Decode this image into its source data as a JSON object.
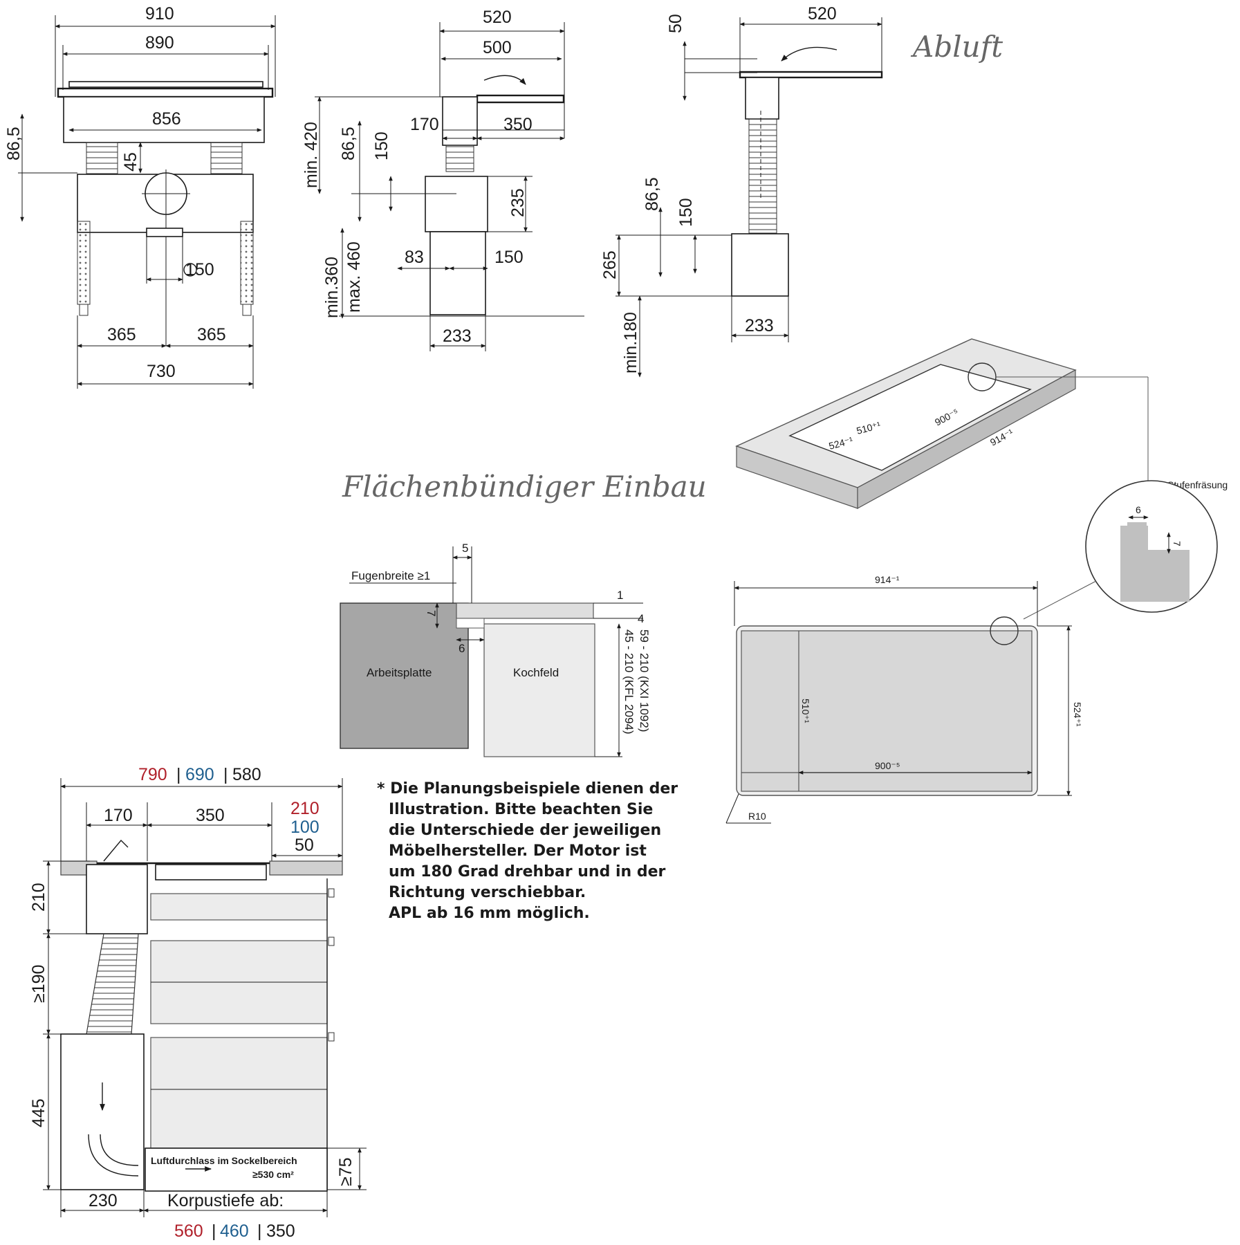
{
  "titles": {
    "abluft": "Abluft",
    "flush": "Flächenbündiger Einbau"
  },
  "front_view": {
    "w910": "910",
    "w890": "890",
    "w856": "856",
    "h86_5": "86,5",
    "h45": "45",
    "d150": "150",
    "w365a": "365",
    "w365b": "365",
    "w730": "730"
  },
  "side_view": {
    "w520": "520",
    "w500": "500",
    "w170": "170",
    "w350": "350",
    "min420": "min. 420",
    "h86_5": "86,5",
    "d150": "150",
    "h235": "235",
    "w83": "83",
    "w150": "150",
    "min360": "min.360",
    "max460": "max. 460",
    "w233": "233"
  },
  "abluft_view": {
    "h50": "50",
    "w520": "520",
    "h86_5": "86,5",
    "d150": "150",
    "h265": "265",
    "min180": "min.180",
    "w233": "233"
  },
  "iso_view": {
    "d510": "510⁺¹",
    "d900": "900⁻⁵",
    "d524": "524⁻¹",
    "d914": "914⁻¹"
  },
  "step_detail": {
    "label": "Stufenfräsung",
    "w6": "6",
    "h7": "7"
  },
  "top_plan": {
    "w914": "914⁻¹",
    "d510": "510⁺¹",
    "d900": "900⁻⁵",
    "d524": "524⁺¹",
    "r10": "R10"
  },
  "section": {
    "fugen": "Fugenbreite ≥1",
    "w5": "5",
    "h1": "1",
    "h7": "7",
    "h4": "4",
    "w6": "6",
    "worktop": "Arbeitsplatte",
    "hob": "Kochfeld",
    "range1": "45 - 210 (KFL 2094)",
    "range2": "59 - 210 (KXI 1092)"
  },
  "note": {
    "lines": [
      "* Die Planungsbeispiele dienen der",
      "Illustration. Bitte beachten Sie",
      "die Unterschiede der jeweiligen",
      "Möbelhersteller. Der Motor ist",
      "um 180 Grad drehbar und in der",
      "Richtung verschiebbar.",
      "APL ab 16 mm möglich."
    ]
  },
  "cabinet": {
    "top_red": "790",
    "top_blue": "690",
    "top_black": "580",
    "w170": "170",
    "w350": "350",
    "r210": "210",
    "b100": "100",
    "w50": "50",
    "h210": "210",
    "h190": "≥190",
    "h445": "445",
    "h75": "≥75",
    "air1": "Luftdurchlass im Sockelbereich",
    "air2": "≥530 cm²",
    "w230": "230",
    "korpus": "Korpustiefe ab:",
    "b_red": "560",
    "b_blue": "460",
    "b_black": "350"
  },
  "colors": {
    "red": "#b0202a",
    "blue": "#1f5f8f",
    "gray": "#d9d9d9",
    "dark_gray": "#a6a6a6"
  }
}
